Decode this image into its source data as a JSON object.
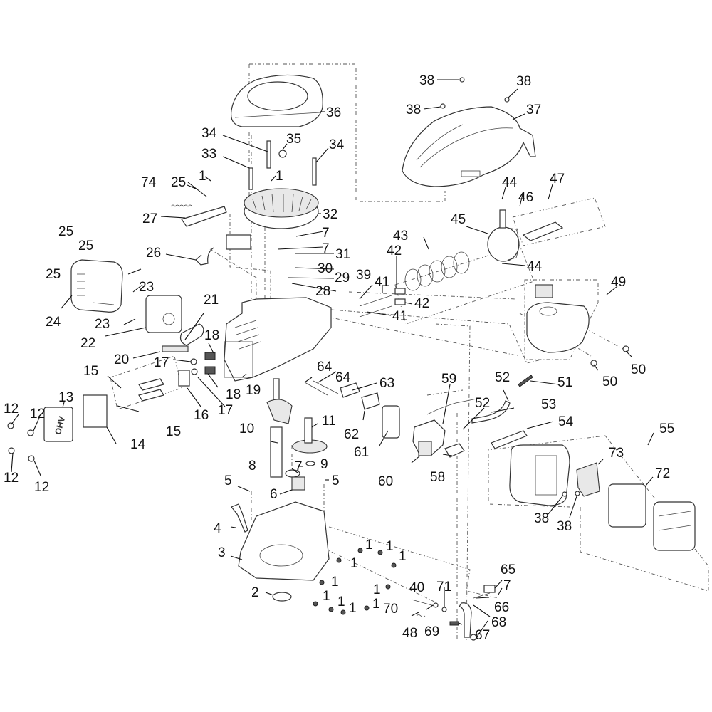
{
  "diagram": {
    "title": "Engine exploded parts diagram",
    "callouts": [
      {
        "id": "c1a",
        "num": "1"
      },
      {
        "id": "c1b",
        "num": "1"
      },
      {
        "id": "c1c",
        "num": "1"
      },
      {
        "id": "c1d",
        "num": "1"
      },
      {
        "id": "c1e",
        "num": "1"
      },
      {
        "id": "c1f",
        "num": "1"
      },
      {
        "id": "c1g",
        "num": "1"
      },
      {
        "id": "c1h",
        "num": "1"
      },
      {
        "id": "c1i",
        "num": "1"
      },
      {
        "id": "c1j",
        "num": "1"
      },
      {
        "id": "c1k",
        "num": "1"
      },
      {
        "id": "c1l",
        "num": "1"
      },
      {
        "id": "c2",
        "num": "2"
      },
      {
        "id": "c3",
        "num": "3"
      },
      {
        "id": "c4",
        "num": "4"
      },
      {
        "id": "c5a",
        "num": "5"
      },
      {
        "id": "c5b",
        "num": "5"
      },
      {
        "id": "c6",
        "num": "6"
      },
      {
        "id": "c7a",
        "num": "7"
      },
      {
        "id": "c7b",
        "num": "7"
      },
      {
        "id": "c7c",
        "num": "7"
      },
      {
        "id": "c7d",
        "num": "7"
      },
      {
        "id": "c8",
        "num": "8"
      },
      {
        "id": "c9",
        "num": "9"
      },
      {
        "id": "c10",
        "num": "10"
      },
      {
        "id": "c11",
        "num": "11"
      },
      {
        "id": "c12a",
        "num": "12"
      },
      {
        "id": "c12b",
        "num": "12"
      },
      {
        "id": "c12c",
        "num": "12"
      },
      {
        "id": "c12d",
        "num": "12"
      },
      {
        "id": "c13",
        "num": "13"
      },
      {
        "id": "c14",
        "num": "14"
      },
      {
        "id": "c15a",
        "num": "15"
      },
      {
        "id": "c15b",
        "num": "15"
      },
      {
        "id": "c16",
        "num": "16"
      },
      {
        "id": "c17a",
        "num": "17"
      },
      {
        "id": "c17b",
        "num": "17"
      },
      {
        "id": "c18a",
        "num": "18"
      },
      {
        "id": "c18b",
        "num": "18"
      },
      {
        "id": "c19",
        "num": "19"
      },
      {
        "id": "c20",
        "num": "20"
      },
      {
        "id": "c21",
        "num": "21"
      },
      {
        "id": "c22",
        "num": "22"
      },
      {
        "id": "c23a",
        "num": "23"
      },
      {
        "id": "c23b",
        "num": "23"
      },
      {
        "id": "c24",
        "num": "24"
      },
      {
        "id": "c25a",
        "num": "25"
      },
      {
        "id": "c25b",
        "num": "25"
      },
      {
        "id": "c25c",
        "num": "25"
      },
      {
        "id": "c25d",
        "num": "25"
      },
      {
        "id": "c26",
        "num": "26"
      },
      {
        "id": "c27",
        "num": "27"
      },
      {
        "id": "c28",
        "num": "28"
      },
      {
        "id": "c29",
        "num": "29"
      },
      {
        "id": "c30",
        "num": "30"
      },
      {
        "id": "c31",
        "num": "31"
      },
      {
        "id": "c32",
        "num": "32"
      },
      {
        "id": "c33",
        "num": "33"
      },
      {
        "id": "c34a",
        "num": "34"
      },
      {
        "id": "c34b",
        "num": "34"
      },
      {
        "id": "c35",
        "num": "35"
      },
      {
        "id": "c36",
        "num": "36"
      },
      {
        "id": "c37",
        "num": "37"
      },
      {
        "id": "c38a",
        "num": "38"
      },
      {
        "id": "c38b",
        "num": "38"
      },
      {
        "id": "c38c",
        "num": "38"
      },
      {
        "id": "c38d",
        "num": "38"
      },
      {
        "id": "c38e",
        "num": "38"
      },
      {
        "id": "c39",
        "num": "39"
      },
      {
        "id": "c40",
        "num": "40"
      },
      {
        "id": "c41a",
        "num": "41"
      },
      {
        "id": "c41b",
        "num": "41"
      },
      {
        "id": "c42a",
        "num": "42"
      },
      {
        "id": "c42b",
        "num": "42"
      },
      {
        "id": "c43",
        "num": "43"
      },
      {
        "id": "c44a",
        "num": "44"
      },
      {
        "id": "c44b",
        "num": "44"
      },
      {
        "id": "c45",
        "num": "45"
      },
      {
        "id": "c46",
        "num": "46"
      },
      {
        "id": "c47",
        "num": "47"
      },
      {
        "id": "c48",
        "num": "48"
      },
      {
        "id": "c49",
        "num": "49"
      },
      {
        "id": "c50a",
        "num": "50"
      },
      {
        "id": "c50b",
        "num": "50"
      },
      {
        "id": "c51",
        "num": "51"
      },
      {
        "id": "c52a",
        "num": "52"
      },
      {
        "id": "c52b",
        "num": "52"
      },
      {
        "id": "c53",
        "num": "53"
      },
      {
        "id": "c54",
        "num": "54"
      },
      {
        "id": "c55",
        "num": "55"
      },
      {
        "id": "c58",
        "num": "58"
      },
      {
        "id": "c59",
        "num": "59"
      },
      {
        "id": "c60",
        "num": "60"
      },
      {
        "id": "c61",
        "num": "61"
      },
      {
        "id": "c62",
        "num": "62"
      },
      {
        "id": "c63",
        "num": "63"
      },
      {
        "id": "c64a",
        "num": "64"
      },
      {
        "id": "c64b",
        "num": "64"
      },
      {
        "id": "c65",
        "num": "65"
      },
      {
        "id": "c66",
        "num": "66"
      },
      {
        "id": "c67",
        "num": "67"
      },
      {
        "id": "c68",
        "num": "68"
      },
      {
        "id": "c69",
        "num": "69"
      },
      {
        "id": "c70",
        "num": "70"
      },
      {
        "id": "c71",
        "num": "71"
      },
      {
        "id": "c72",
        "num": "72"
      },
      {
        "id": "c73",
        "num": "73"
      },
      {
        "id": "c74",
        "num": "74"
      }
    ],
    "valve_cover_text": "OHV"
  }
}
